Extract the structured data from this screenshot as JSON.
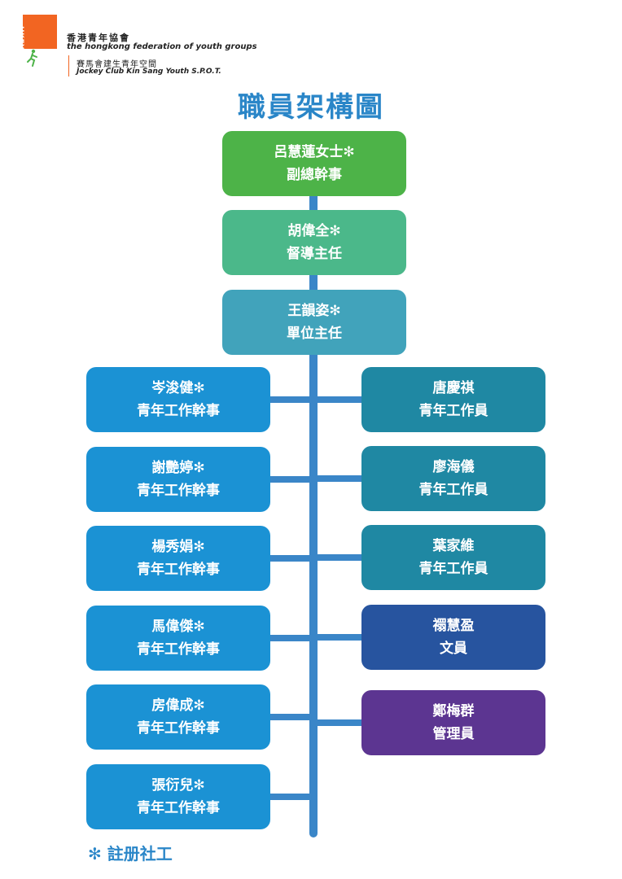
{
  "header": {
    "logo_text": "HKFYG",
    "org_name_zh": "香港青年協會",
    "org_name_en": "the hongkong federation of youth groups",
    "unit_name_zh": "賽馬會建生青年空間",
    "unit_name_en": "Jockey Club Kin Sang Youth S.P.O.T."
  },
  "title": "職員架構圖",
  "colors": {
    "title": "#2a86c8",
    "connector": "#3a86c8",
    "deputy": "#4db348",
    "supervisor": "#4bb88a",
    "unit_head": "#41a3bb",
    "youth_officer": "#1b92d4",
    "youth_worker": "#1f88a3",
    "clerk": "#27549f",
    "manager": "#5c3591",
    "logo": "#f26522"
  },
  "chain": [
    {
      "name": "呂慧蓮女士",
      "role": "副總幹事",
      "registered": true,
      "color": "#4db348"
    },
    {
      "name": "胡偉全",
      "role": "督導主任",
      "registered": true,
      "color": "#4bb88a"
    },
    {
      "name": "王韻姿",
      "role": "單位主任",
      "registered": true,
      "color": "#41a3bb"
    }
  ],
  "left_staff": [
    {
      "name": "岑浚健",
      "role": "青年工作幹事",
      "registered": true,
      "color": "#1b92d4"
    },
    {
      "name": "謝艷婷",
      "role": "青年工作幹事",
      "registered": true,
      "color": "#1b92d4"
    },
    {
      "name": "楊秀娟",
      "role": "青年工作幹事",
      "registered": true,
      "color": "#1b92d4"
    },
    {
      "name": "馬偉傑",
      "role": "青年工作幹事",
      "registered": true,
      "color": "#1b92d4"
    },
    {
      "name": "房偉成",
      "role": "青年工作幹事",
      "registered": true,
      "color": "#1b92d4"
    },
    {
      "name": "張衍兒",
      "role": "青年工作幹事",
      "registered": true,
      "color": "#1b92d4"
    }
  ],
  "right_staff": [
    {
      "name": "唐慶祺",
      "role": "青年工作員",
      "registered": false,
      "color": "#1f88a3"
    },
    {
      "name": "廖海儀",
      "role": "青年工作員",
      "registered": false,
      "color": "#1f88a3"
    },
    {
      "name": "葉家維",
      "role": "青年工作員",
      "registered": false,
      "color": "#1f88a3"
    },
    {
      "name": "禤慧盈",
      "role": "文員",
      "registered": false,
      "color": "#27549f"
    },
    {
      "name": "鄭梅群",
      "role": "管理員",
      "registered": false,
      "color": "#5c3591"
    }
  ],
  "legend": "✻ 註册社工"
}
